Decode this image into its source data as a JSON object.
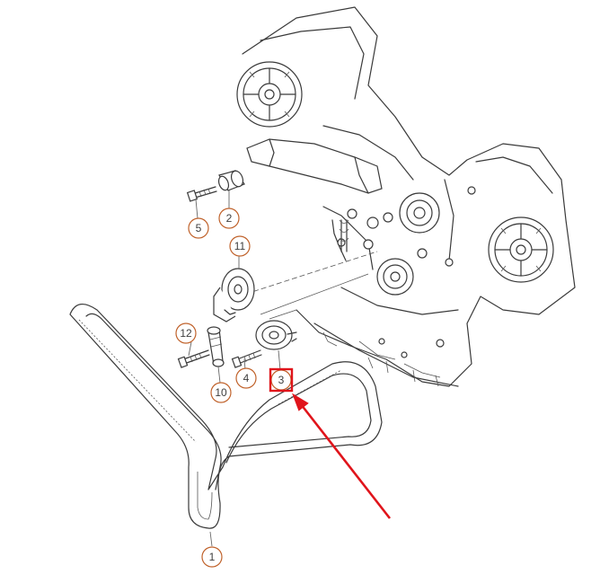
{
  "callouts": [
    {
      "id": "c5",
      "label": "5"
    },
    {
      "id": "c2",
      "label": "2"
    },
    {
      "id": "c11",
      "label": "11"
    },
    {
      "id": "c12",
      "label": "12"
    },
    {
      "id": "c4",
      "label": "4"
    },
    {
      "id": "c10",
      "label": "10"
    },
    {
      "id": "c3",
      "label": "3"
    },
    {
      "id": "c1",
      "label": "1"
    }
  ],
  "highlight": {
    "target_label": "3",
    "color": "#e0141b"
  },
  "colors": {
    "callout_ring": "#c0622b",
    "line_art": "#3a3a3a",
    "arrow": "#e0141b"
  }
}
